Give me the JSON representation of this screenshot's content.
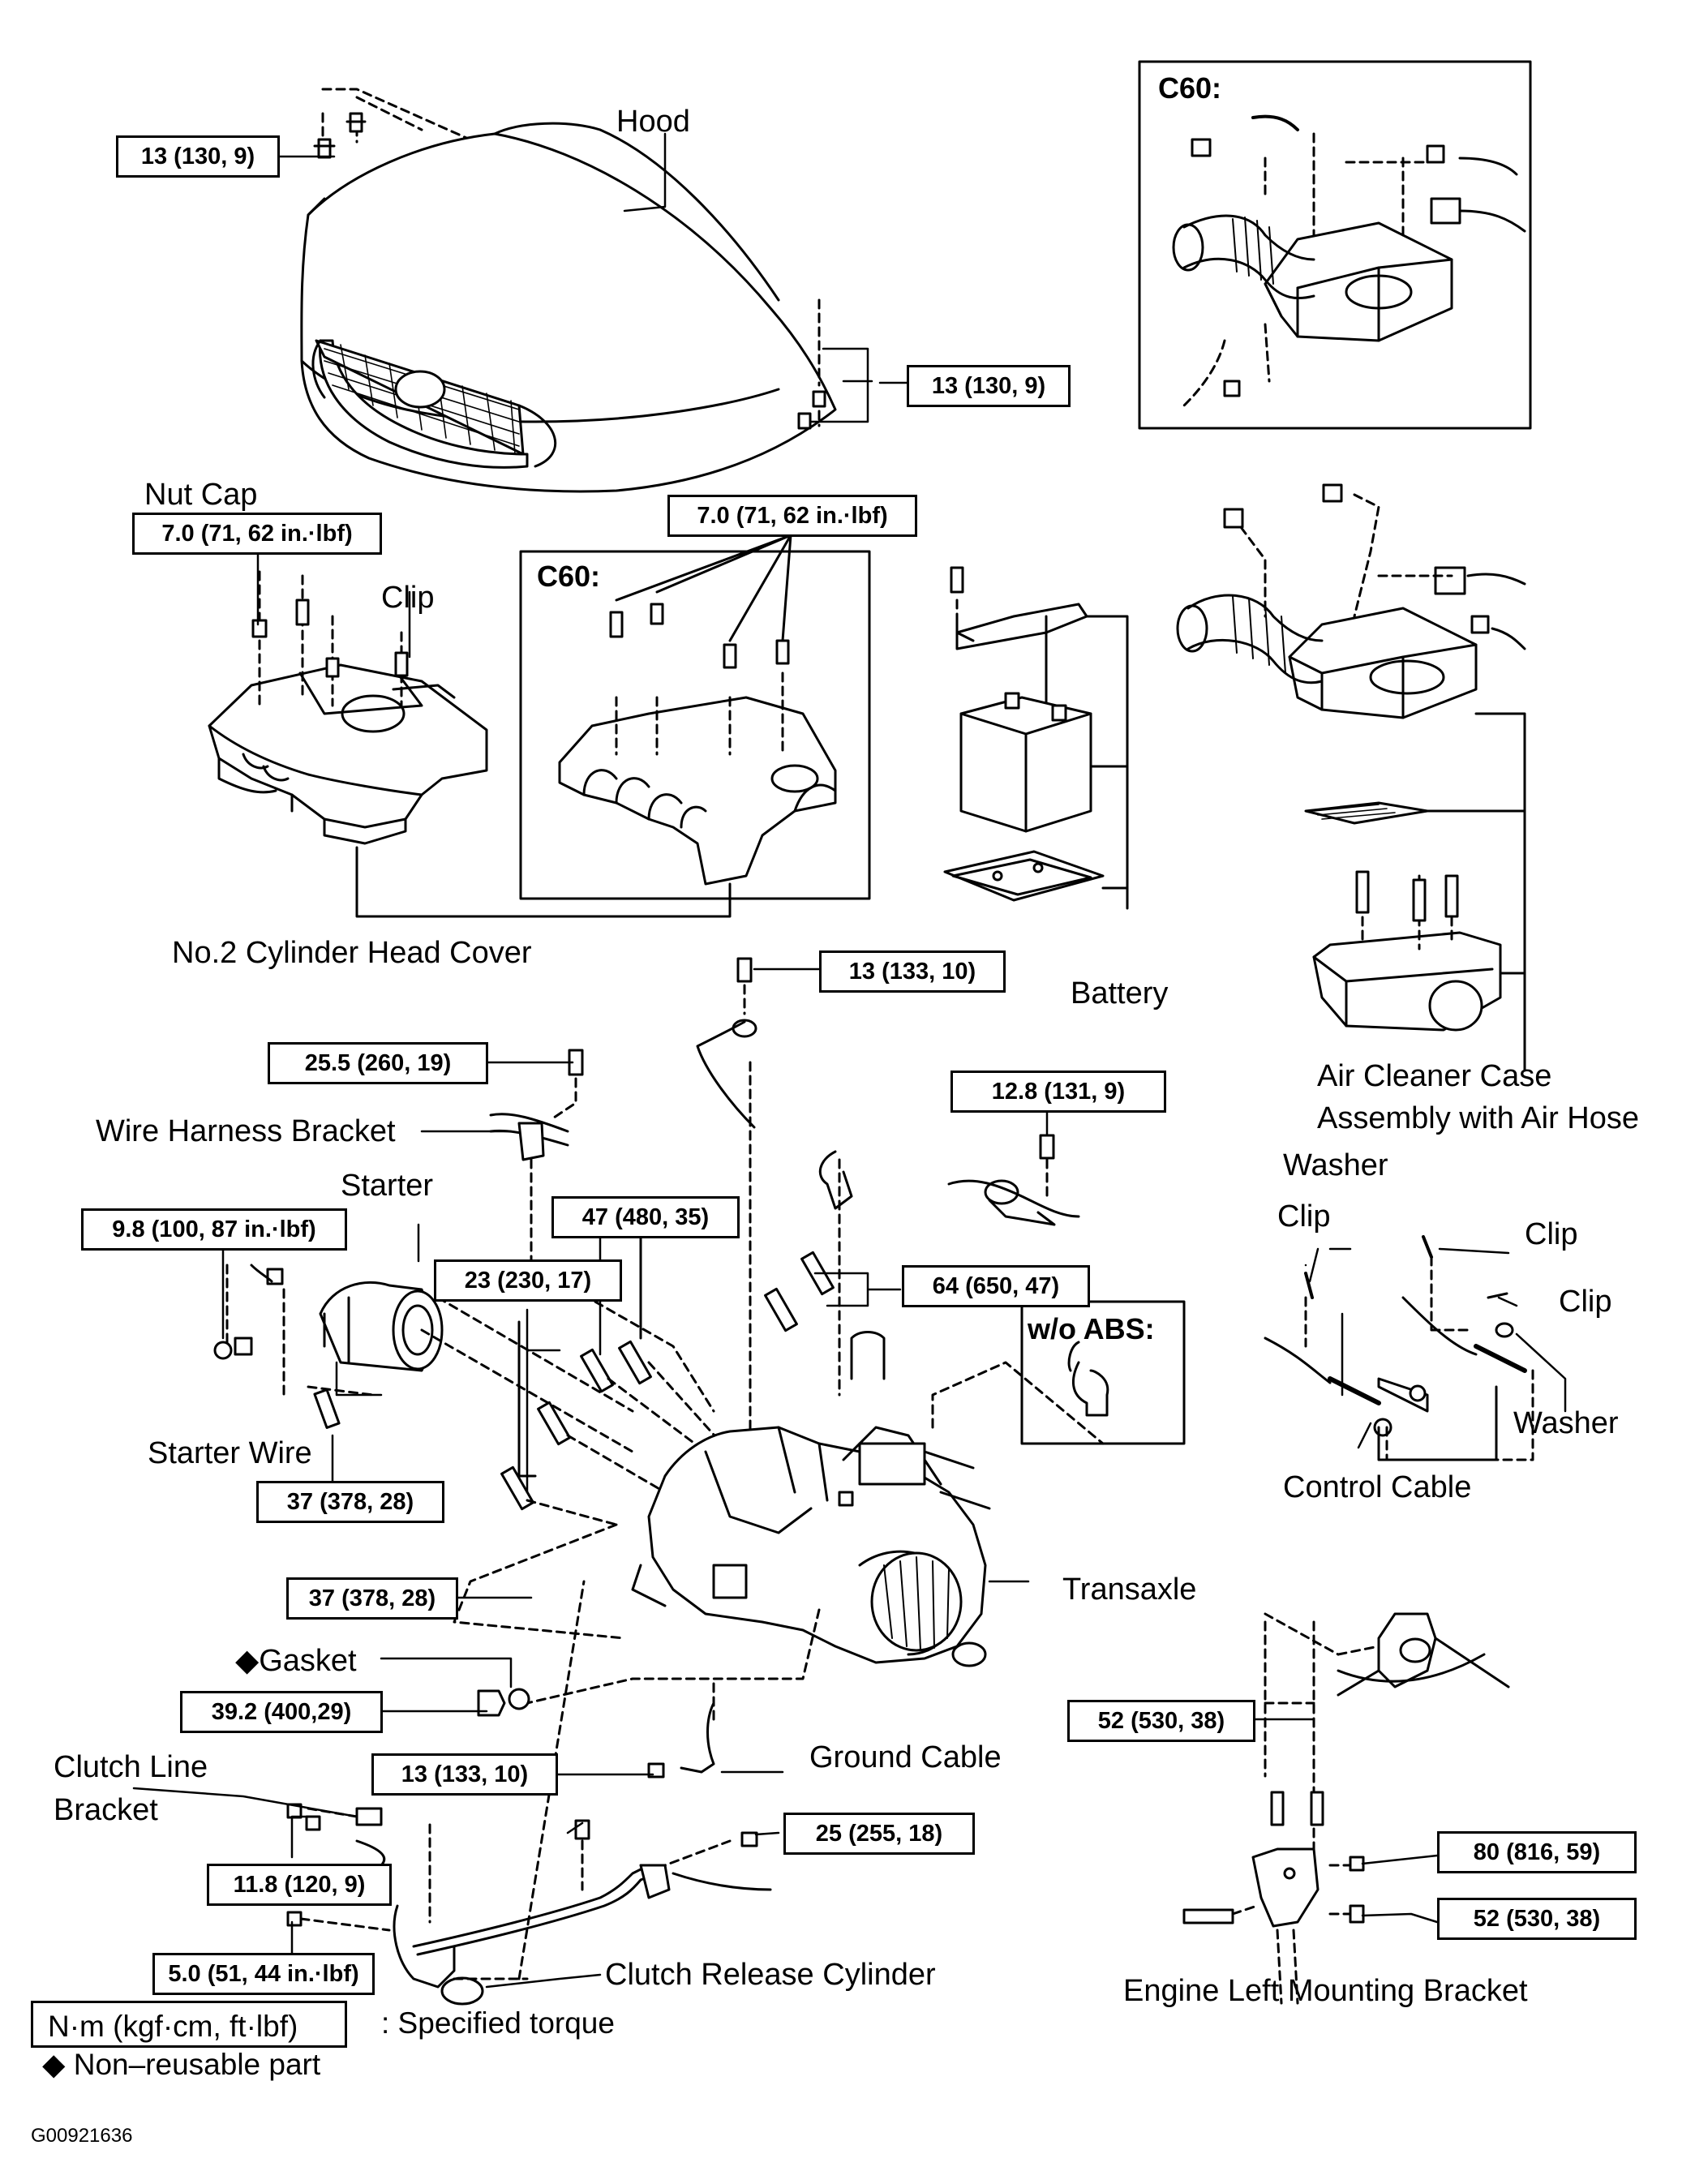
{
  "labels": {
    "hood": "Hood",
    "nut_cap": "Nut Cap",
    "clip_head": "Clip",
    "cylinder_head_cover": "No.2 Cylinder Head Cover",
    "battery": "Battery",
    "air_cleaner_line1": "Air Cleaner Case",
    "air_cleaner_line2": "Assembly with Air Hose",
    "wire_harness_bracket": "Wire Harness Bracket",
    "starter": "Starter",
    "starter_wire": "Starter Wire",
    "washer_top": "Washer",
    "clip_left": "Clip",
    "clip_right1": "Clip",
    "clip_right2": "Clip",
    "washer_right": "Washer",
    "control_cable": "Control Cable",
    "transaxle": "Transaxle",
    "gasket": "◆Gasket",
    "ground_cable": "Ground Cable",
    "clutch_line_bracket_1": "Clutch Line",
    "clutch_line_bracket_2": "Bracket",
    "clutch_release_cylinder": "Clutch Release Cylinder",
    "engine_left_mounting_bracket": "Engine Left Mounting Bracket"
  },
  "callouts": {
    "c60_top": "C60:",
    "c60_mid": "C60:",
    "wo_abs": "w/o ABS:"
  },
  "torques": {
    "hood_top": "13 (130, 9)",
    "hood_right": "13 (130, 9)",
    "nut_cap": "7.0 (71, 62 in.·lbf)",
    "c60_cover": "7.0 (71, 62 in.·lbf)",
    "ground_upper": "13 (133, 10)",
    "wire_harness": "25.5 (260, 19)",
    "battery_side": "12.8 (131, 9)",
    "starter_nut": "9.8 (100, 87 in.·lbf)",
    "bolt_47": "47 (480, 35)",
    "bolt_23": "23 (230, 17)",
    "bolt_64": "64 (650, 47)",
    "starter_bolt": "37 (378, 28)",
    "trans_bolt": "37 (378, 28)",
    "plug": "39.2 (400,29)",
    "mount_52a": "52 (530, 38)",
    "ground_lower": "13 (133, 10)",
    "clutch_line_25": "25 (255, 18)",
    "mount_80": "80 (816, 59)",
    "clutch_bracket": "11.8 (120, 9)",
    "mount_52b": "52 (530, 38)",
    "release_cyl": "5.0 (51, 44 in.·lbf)"
  },
  "legend": {
    "unit": "N·m (kgf·cm, ft·lbf)",
    "specified": ": Specified torque",
    "non_reusable": "◆ Non–reusable part"
  },
  "figure_id": "G00921636"
}
